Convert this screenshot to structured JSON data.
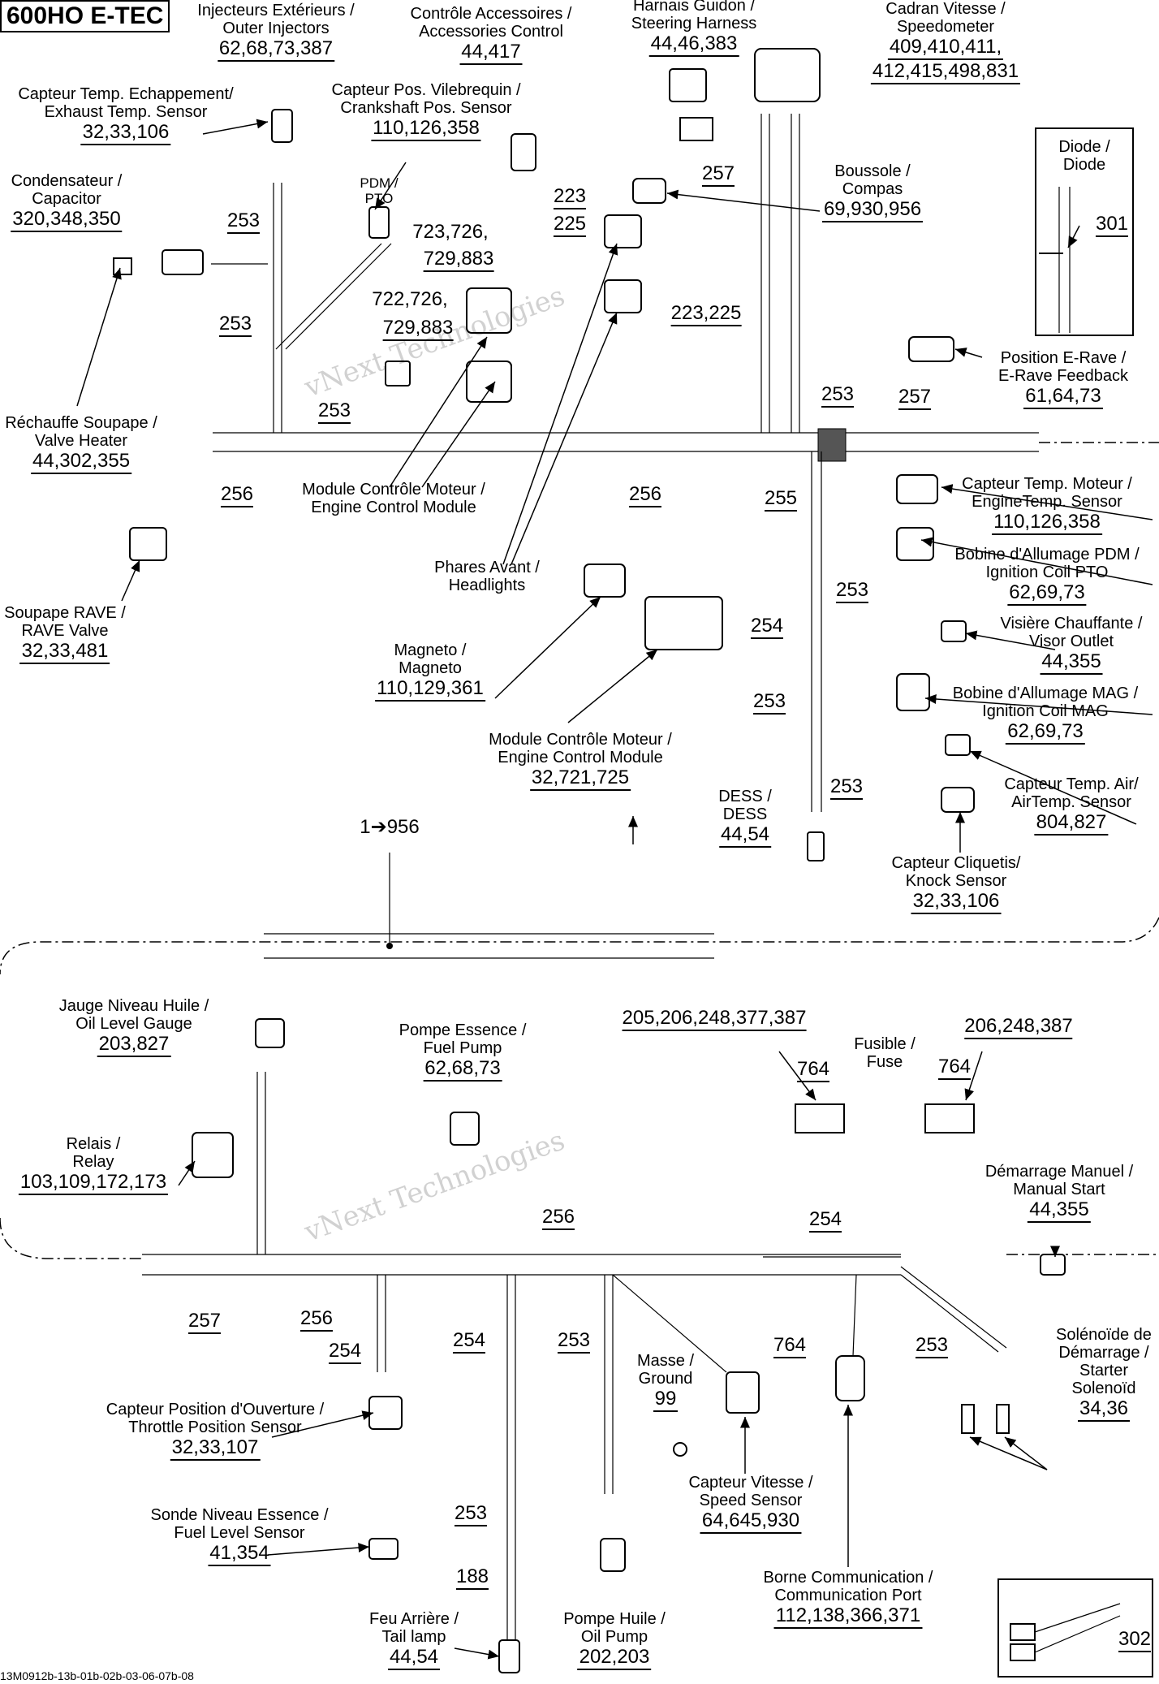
{
  "title": "600HO E-TEC",
  "footer": "13M0912b-13b-01b-02b-03-06-07b-08",
  "watermark": "vNext Technologies",
  "components": [
    {
      "id": "outer-injectors",
      "fr": "Injecteurs Extérieurs /",
      "en": "Outer Injectors",
      "refs": "62,68,73,387"
    },
    {
      "id": "accessories-control",
      "fr": "Contrôle Accessoires /",
      "en": "Accessories Control",
      "refs": "44,417"
    },
    {
      "id": "steering-harness",
      "fr": "Harnais Guidon /",
      "en": "Steering Harness",
      "refs": "44,46,383"
    },
    {
      "id": "speedometer",
      "fr": "Cadran Vitesse /",
      "en": "Speedometer",
      "refs": "409,410,411,",
      "refs2": "412,415,498,831"
    },
    {
      "id": "exhaust-temp-sensor",
      "fr": "Capteur Temp. Echappement/",
      "en": "Exhaust Temp. Sensor",
      "refs": "32,33,106"
    },
    {
      "id": "crankshaft-pos-sensor",
      "fr": "Capteur Pos. Vilebrequin /",
      "en": "Crankshaft Pos. Sensor",
      "refs": "110,126,358"
    },
    {
      "id": "capacitor",
      "fr": "Condensateur /",
      "en": "Capacitor",
      "refs": "320,348,350"
    },
    {
      "id": "pdm-pto",
      "fr": "PDM /",
      "en": "PTO",
      "refs": ""
    },
    {
      "id": "compass",
      "fr": "Boussole /",
      "en": "Compas",
      "refs": "69,930,956"
    },
    {
      "id": "diode",
      "fr": "Diode /",
      "en": "Diode",
      "refs": "301"
    },
    {
      "id": "e-rave-feedback",
      "fr": "Position E-Rave /",
      "en": "E-Rave Feedback",
      "refs": "61,64,73"
    },
    {
      "id": "valve-heater",
      "fr": "Réchauffe Soupape /",
      "en": "Valve Heater",
      "refs": "44,302,355"
    },
    {
      "id": "engine-control-module-1",
      "fr": "Module Contrôle Moteur /",
      "en": "Engine Control Module",
      "refs": ""
    },
    {
      "id": "engine-temp-sensor",
      "fr": "Capteur Temp. Moteur /",
      "en": "EngineTemp. Sensor",
      "refs": "110,126,358"
    },
    {
      "id": "ignition-coil-pto",
      "fr": "Bobine d'Allumage PDM /",
      "en": "Ignition Coil PTO",
      "refs": "62,69,73"
    },
    {
      "id": "headlights",
      "fr": "Phares Avant /",
      "en": "Headlights",
      "refs": ""
    },
    {
      "id": "rave-valve",
      "fr": "Soupape RAVE /",
      "en": "RAVE Valve",
      "refs": "32,33,481"
    },
    {
      "id": "visor-outlet",
      "fr": "Visière Chauffante /",
      "en": "Visor Outlet",
      "refs": "44,355"
    },
    {
      "id": "magneto",
      "fr": "Magneto /",
      "en": "Magneto",
      "refs": "110,129,361"
    },
    {
      "id": "ignition-coil-mag",
      "fr": "Bobine d'Allumage MAG /",
      "en": "Ignition Coil MAG",
      "refs": "62,69,73"
    },
    {
      "id": "engine-control-module-2",
      "fr": "Module Contrôle Moteur /",
      "en": "Engine Control Module",
      "refs": "32,721,725"
    },
    {
      "id": "air-temp-sensor",
      "fr": "Capteur Temp. Air/",
      "en": "AirTemp. Sensor",
      "refs": "804,827"
    },
    {
      "id": "dess",
      "fr": "DESS /",
      "en": "DESS",
      "refs": "44,54"
    },
    {
      "id": "knock-sensor",
      "fr": "Capteur Cliquetis/",
      "en": "Knock Sensor",
      "refs": "32,33,106"
    },
    {
      "id": "oil-level-gauge",
      "fr": "Jauge Niveau Huile /",
      "en": "Oil Level Gauge",
      "refs": "203,827"
    },
    {
      "id": "fuel-pump",
      "fr": "Pompe Essence /",
      "en": "Fuel Pump",
      "refs": "62,68,73"
    },
    {
      "id": "fuse",
      "fr": "Fusible /",
      "en": "Fuse",
      "refs": ""
    },
    {
      "id": "relay",
      "fr": "Relais /",
      "en": "Relay",
      "refs": "103,109,172,173"
    },
    {
      "id": "manual-start",
      "fr": "Démarrage Manuel /",
      "en": "Manual Start",
      "refs": "44,355"
    },
    {
      "id": "throttle-position-sensor",
      "fr": "Capteur Position d'Ouverture /",
      "en": "Throttle Position Sensor",
      "refs": "32,33,107"
    },
    {
      "id": "ground",
      "fr": "Masse /",
      "en": "Ground",
      "refs": "99"
    },
    {
      "id": "starter-solenoid",
      "fr": "Solénoïde de",
      "en": "Démarrage / Starter Solenoïd",
      "refs": "34,36"
    },
    {
      "id": "speed-sensor",
      "fr": "Capteur Vitesse /",
      "en": "Speed Sensor",
      "refs": "64,645,930"
    },
    {
      "id": "fuel-level-sensor",
      "fr": "Sonde Niveau Essence /",
      "en": "Fuel Level Sensor",
      "refs": "41,354"
    },
    {
      "id": "communication-port",
      "fr": "Borne Communication /",
      "en": "Communication Port",
      "refs": "112,138,366,371"
    },
    {
      "id": "tail-lamp",
      "fr": "Feu Arrière /",
      "en": "Tail lamp",
      "refs": "44,54"
    },
    {
      "id": "oil-pump",
      "fr": "Pompe Huile /",
      "en": "Oil Pump",
      "refs": "202,203"
    }
  ],
  "wire_refs": {
    "w257a": "257",
    "w223_225a": "223",
    "w223_225b": "225",
    "w723": "723,726,",
    "w729a": "729,883",
    "w722": "722,726,",
    "w729b": "729,883",
    "w223_225c": "223,225",
    "w253a": "253",
    "w253b": "253",
    "w253c": "253",
    "w253d": "253",
    "w257b": "257",
    "w256a": "256",
    "w256b": "256",
    "w255": "255",
    "w253e": "253",
    "w254a": "254",
    "w253f": "253",
    "w253g": "253",
    "w1_956": "1➔956",
    "w205": "205,206,248,377,387",
    "w206": "206,248,387",
    "w764a": "764",
    "w764b": "764",
    "w256c": "256",
    "w254b": "254",
    "w257c": "257",
    "w256d": "256",
    "w254c": "254",
    "w254d": "254",
    "w253h": "253",
    "w764c": "764",
    "w253i": "253",
    "w253j": "253",
    "w188": "188",
    "w302": "302"
  }
}
